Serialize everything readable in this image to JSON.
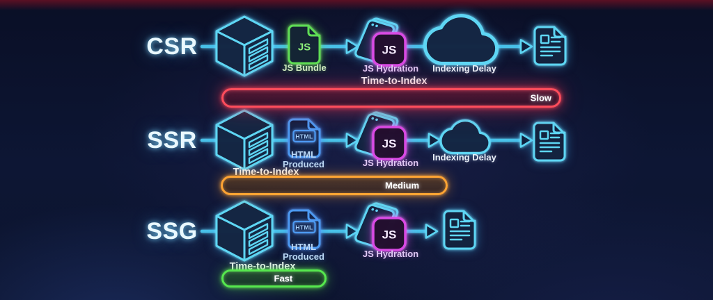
{
  "colors": {
    "background": "#0d1634",
    "accent_cyan": "#5ed6f4",
    "accent_green": "#5fdd55",
    "accent_magenta": "#d94ae4",
    "accent_blue": "#4d9af2",
    "bar_slow_red": "#ff4d5c",
    "bar_medium_orange": "#ffa433",
    "bar_fast_green": "#56e84e"
  },
  "rows": [
    {
      "label": "CSR",
      "steps": {
        "bundle": {
          "icon_text": "JS",
          "label": "JS Bundle"
        },
        "hydration": {
          "icon_text": "JS",
          "label": "JS Hydration"
        },
        "delay": {
          "label": "Indexing Delay"
        }
      },
      "timeline": {
        "label": "Time-to-Index",
        "value": "Slow"
      }
    },
    {
      "label": "SSR",
      "steps": {
        "html": {
          "icon_text": "HTML",
          "label": "HTML\nProduced"
        },
        "hydration": {
          "icon_text": "JS",
          "label": "JS Hydration"
        },
        "delay": {
          "label": "Indexing Delay"
        }
      },
      "timeline": {
        "label": "Time-to-Index",
        "value": "Medium"
      }
    },
    {
      "label": "SSG",
      "steps": {
        "html": {
          "icon_text": "HTML",
          "label": "HTML\nProduced"
        },
        "hydration": {
          "icon_text": "JS",
          "label": "JS Hydration"
        }
      },
      "timeline": {
        "label": "Time-to-Index",
        "value": "Fast"
      }
    }
  ]
}
